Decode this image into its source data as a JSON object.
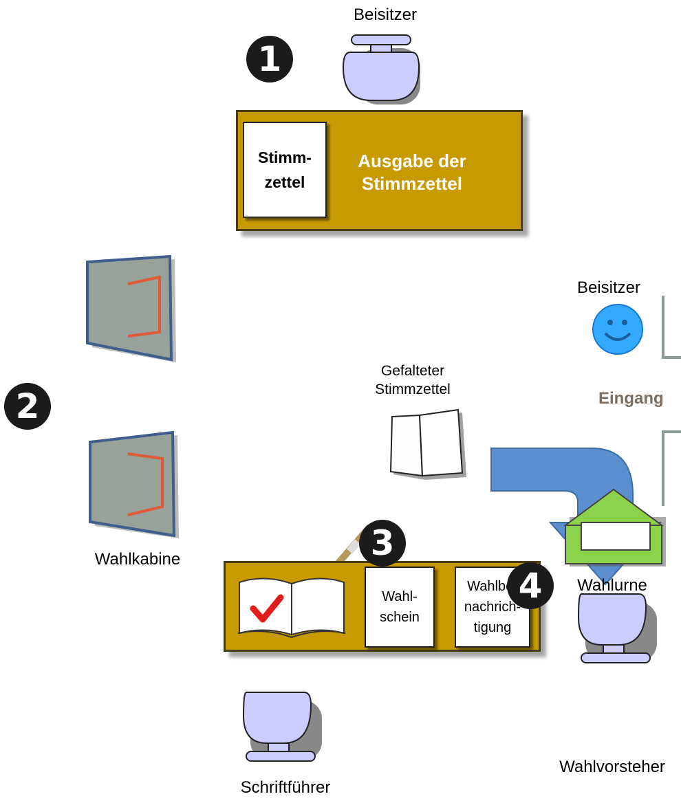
{
  "step_markers": [
    "1",
    "2",
    "3",
    "4"
  ],
  "top_desk": {
    "assessor_label": "Beisitzer",
    "ballot_card": "Stimm-\nzettel",
    "title": "Ausgabe der\nStimmzettel"
  },
  "booths": {
    "label": "Wahlkabine"
  },
  "entrance": {
    "assessor_label": "Beisitzer",
    "label": "Eingang"
  },
  "folded_ballot": {
    "label": "Gefalteter\nStimmzettel"
  },
  "ballot_box": {
    "label": "Wahlurne"
  },
  "bottom_desk": {
    "card_1": "Wahl-\nschein",
    "card_2": "Wahlbe-\nnachrich-\ntigung",
    "clerk_label": "Schriftführer"
  },
  "chairperson": {
    "label": "Wahlvorsteher"
  },
  "colors": {
    "desk": "#c79a00",
    "chair": "#ccccff",
    "booth": "#96a29a",
    "booth_border": "#3f5e8c",
    "arrow": "#5b8fd0",
    "urn": "#8cd24a",
    "wall": "#8e9b94",
    "smiley": "#33aaff"
  }
}
